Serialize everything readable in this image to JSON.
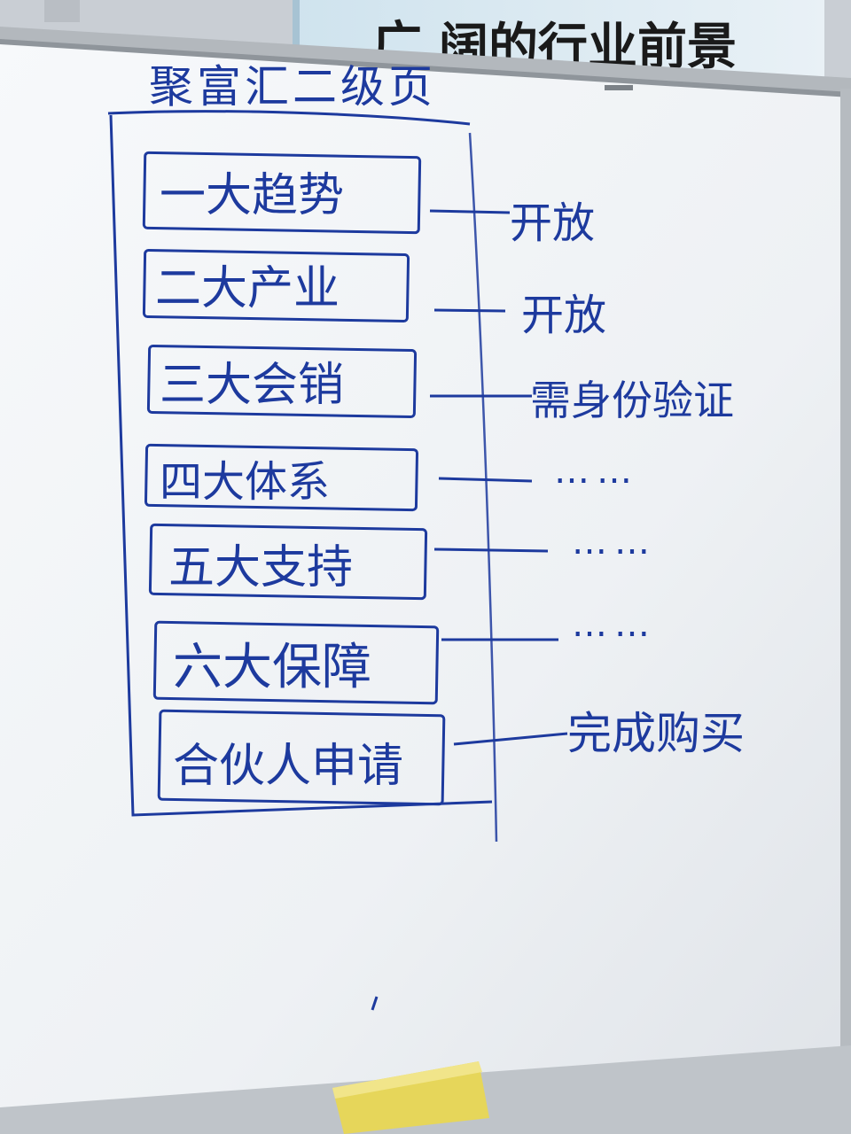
{
  "poster": {
    "headline": "阔的行业前景",
    "leading_fragment": "广"
  },
  "whiteboard": {
    "frame_brand": "",
    "title": "聚富汇二级页",
    "modules": [
      {
        "label": "一大趋势",
        "note": "开放"
      },
      {
        "label": "二大产业",
        "note": "开放"
      },
      {
        "label": "三大会销",
        "note": "需身份验证"
      },
      {
        "label": "四大体系",
        "note": "……"
      },
      {
        "label": "五大支持",
        "note": "……"
      },
      {
        "label": "六大保障",
        "note": "……"
      },
      {
        "label": "合伙人申请",
        "note": "完成购买"
      }
    ]
  },
  "colors": {
    "marker_ink": "#1d3a9e",
    "board": "#f4f6f8",
    "frame": "#a9aeb3",
    "eraser": "#e8d85a"
  }
}
